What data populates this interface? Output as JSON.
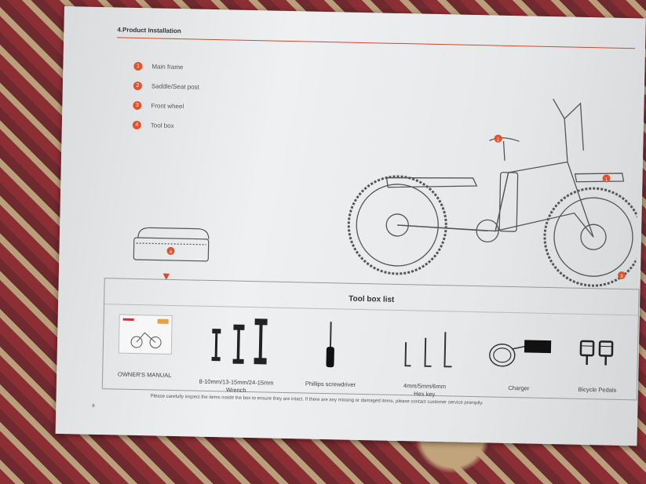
{
  "header": {
    "title": "4.Product Installation"
  },
  "legend": [
    {
      "num": "1",
      "label": "Main frame"
    },
    {
      "num": "2",
      "label": "Saddle/Seat post"
    },
    {
      "num": "3",
      "label": "Front wheel"
    },
    {
      "num": "4",
      "label": "Tool box"
    }
  ],
  "callouts": {
    "seat": "2",
    "frame": "1",
    "wheel": "3",
    "toolbox": "4"
  },
  "tool_list": {
    "title": "Tool box list",
    "items": [
      {
        "label": "OWNER'S  MANUAL",
        "icon": "manual-icon"
      },
      {
        "label": "8-10mm/13-15mm/24-15mm\nWrench",
        "icon": "wrench-icon"
      },
      {
        "label": "Phillips screwdriver",
        "icon": "screwdriver-icon"
      },
      {
        "label": "4mm/5mm/6mm\nHex key",
        "icon": "hex-key-icon"
      },
      {
        "label": "Charger",
        "icon": "charger-icon"
      },
      {
        "label": "Bicycle Pedals",
        "icon": "pedals-icon"
      }
    ]
  },
  "footer_note": "Please carefully inspect the items inside the box to ensure they are intact. If there are any missing or damaged items, please contact customer service promptly.",
  "page_number": "8",
  "colors": {
    "accent": "#e0532e",
    "paper": "#e9ebed"
  }
}
